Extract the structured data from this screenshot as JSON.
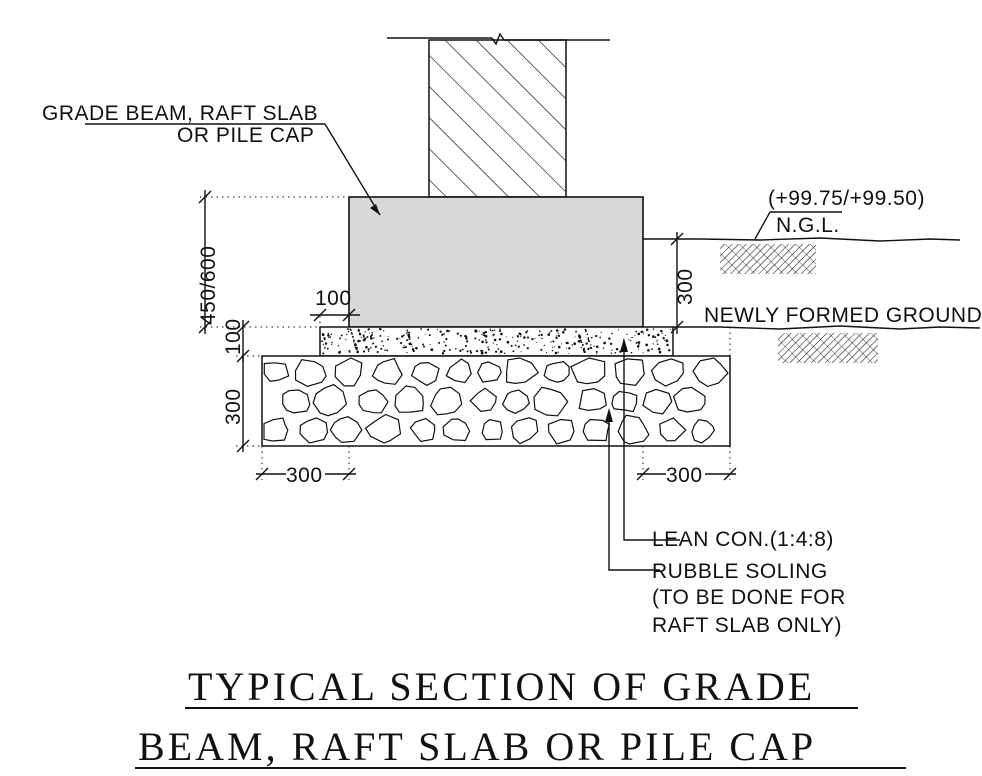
{
  "labels": {
    "grade_beam_line1": "GRADE BEAM, RAFT SLAB",
    "grade_beam_line2": "OR PILE CAP",
    "level": "(+99.75/+99.50)",
    "ngl": "N.G.L.",
    "newly_formed_ground": "NEWLY FORMED GROUND",
    "lean_concrete": "LEAN CON.(1:4:8)",
    "rubble_soling_line1": "RUBBLE SOLING",
    "rubble_soling_line2": "(TO BE DONE FOR",
    "rubble_soling_line3": "RAFT SLAB ONLY)"
  },
  "dimensions": {
    "beam_depth": "450/600",
    "projection_top": "100",
    "lean_thickness": "100",
    "soling_thickness": "300",
    "ground_height": "300",
    "left_offset": "300",
    "right_offset": "300"
  },
  "title": {
    "line1": "TYPICAL SECTION OF GRADE",
    "line2": "BEAM, RAFT SLAB OR PILE CAP"
  }
}
